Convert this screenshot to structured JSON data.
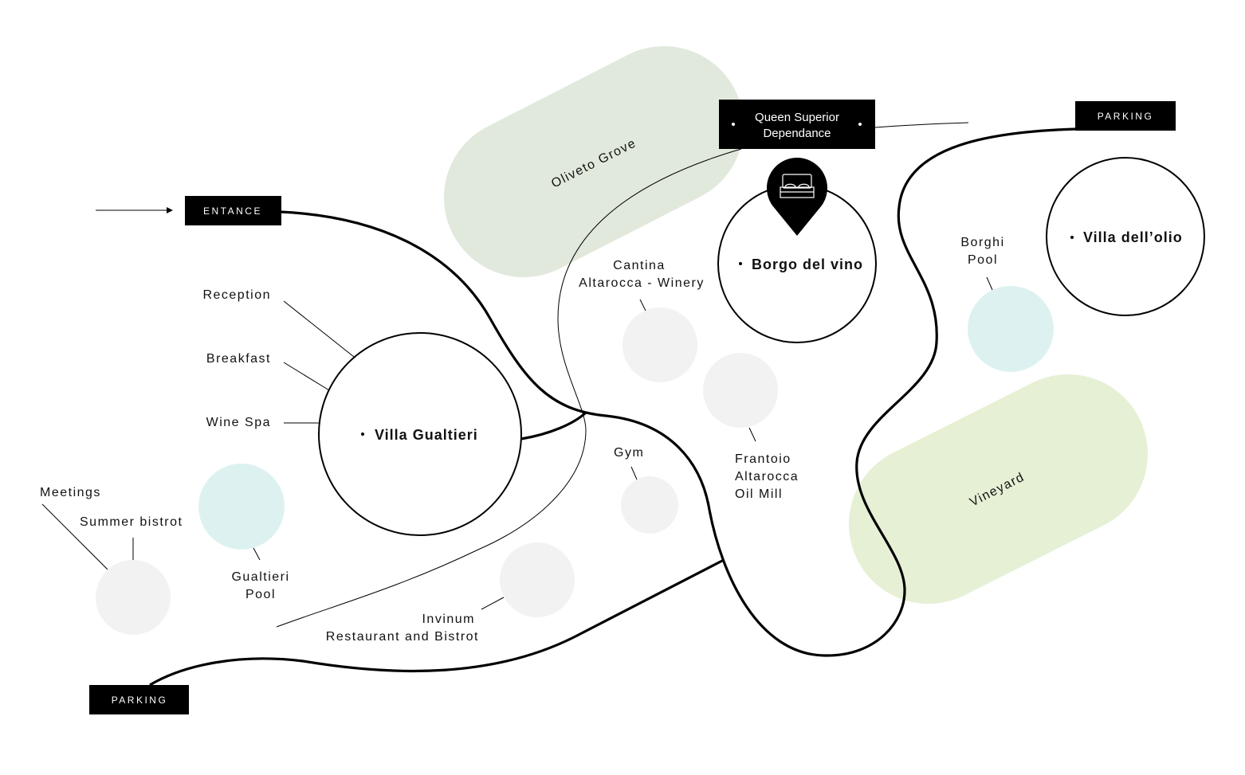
{
  "colors": {
    "olive_zone": "#e1e9dc",
    "vineyard_zone": "#e6f0d5",
    "pool": "#ddf2f0",
    "facility": "#f2f2f2",
    "label_bg": "#000000"
  },
  "zones": {
    "oliveto": "Oliveto Grove",
    "vineyard": "Vineyard"
  },
  "signs": {
    "entrance": "ENTANCE",
    "parking_top": "PARKING",
    "parking_bottom": "PARKING",
    "queen_line1": "Queen Superior",
    "queen_line2": "Dependance"
  },
  "villas": {
    "gualtieri": "Villa Gualtieri",
    "borgo": "Borgo del vino",
    "olio": "Villa dell’olio"
  },
  "pin_icon": "bed-icon",
  "places": {
    "reception": "Reception",
    "breakfast": "Breakfast",
    "wine_spa": "Wine Spa",
    "meetings": "Meetings",
    "summer_bistrot": "Summer bistrot",
    "gualtieri_pool_1": "Gualtieri",
    "gualtieri_pool_2": "Pool",
    "cantina_1": "Cantina",
    "cantina_2": "Altarocca - Winery",
    "gym": "Gym",
    "invinum_1": "Invinum",
    "invinum_2": "Restaurant and Bistrot",
    "frantoio_1": "Frantoio",
    "frantoio_2": "Altarocca",
    "frantoio_3": "Oil Mill",
    "borghi_1": "Borghi",
    "borghi_2": "Pool"
  }
}
